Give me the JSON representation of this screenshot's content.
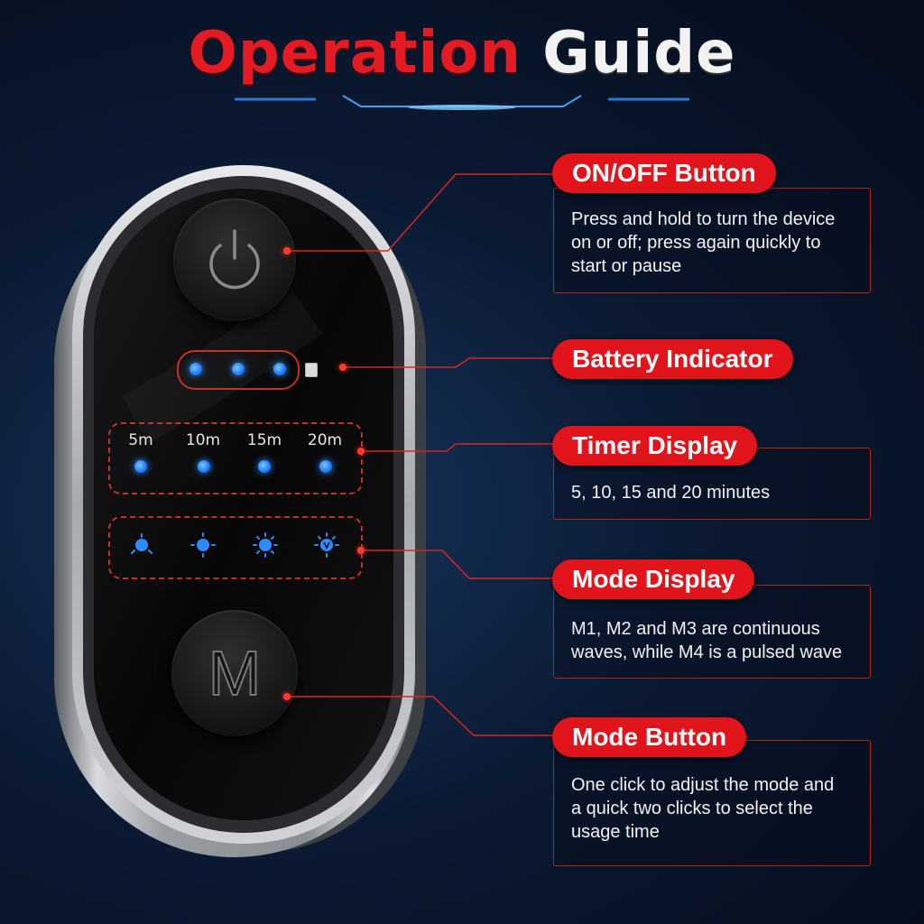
{
  "title": {
    "part1": "Operation",
    "part2": "Guide"
  },
  "device": {
    "mode_button_letter": "M",
    "timer_labels": [
      "5m",
      "10m",
      "15m",
      "20m"
    ],
    "battery_led_count": 3,
    "timer_led_count": 4
  },
  "callouts": [
    {
      "id": "on-off",
      "title": "ON/OFF Button",
      "lines": [
        "Press and hold to turn the device",
        "on or off; press again quickly to",
        "start or pause"
      ]
    },
    {
      "id": "battery",
      "title": "Battery Indicator",
      "lines": []
    },
    {
      "id": "timer",
      "title": "Timer Display",
      "lines": [
        "5, 10, 15 and 20 minutes"
      ]
    },
    {
      "id": "mode-display",
      "title": "Mode Display",
      "lines": [
        "M1, M2 and M3 are continuous",
        "waves, while M4 is a pulsed wave"
      ]
    },
    {
      "id": "mode-button",
      "title": "Mode Button",
      "lines": [
        "One click to adjust the mode and",
        "a quick two clicks to select the",
        "usage time"
      ]
    }
  ],
  "colors": {
    "accent_red": "#e1141c",
    "led_blue": "#1f7bff",
    "background": "#0b1a33"
  },
  "icons": [
    "power-icon",
    "battery-icon",
    "mode-icon-1",
    "mode-icon-2",
    "mode-icon-3",
    "mode-icon-4"
  ]
}
